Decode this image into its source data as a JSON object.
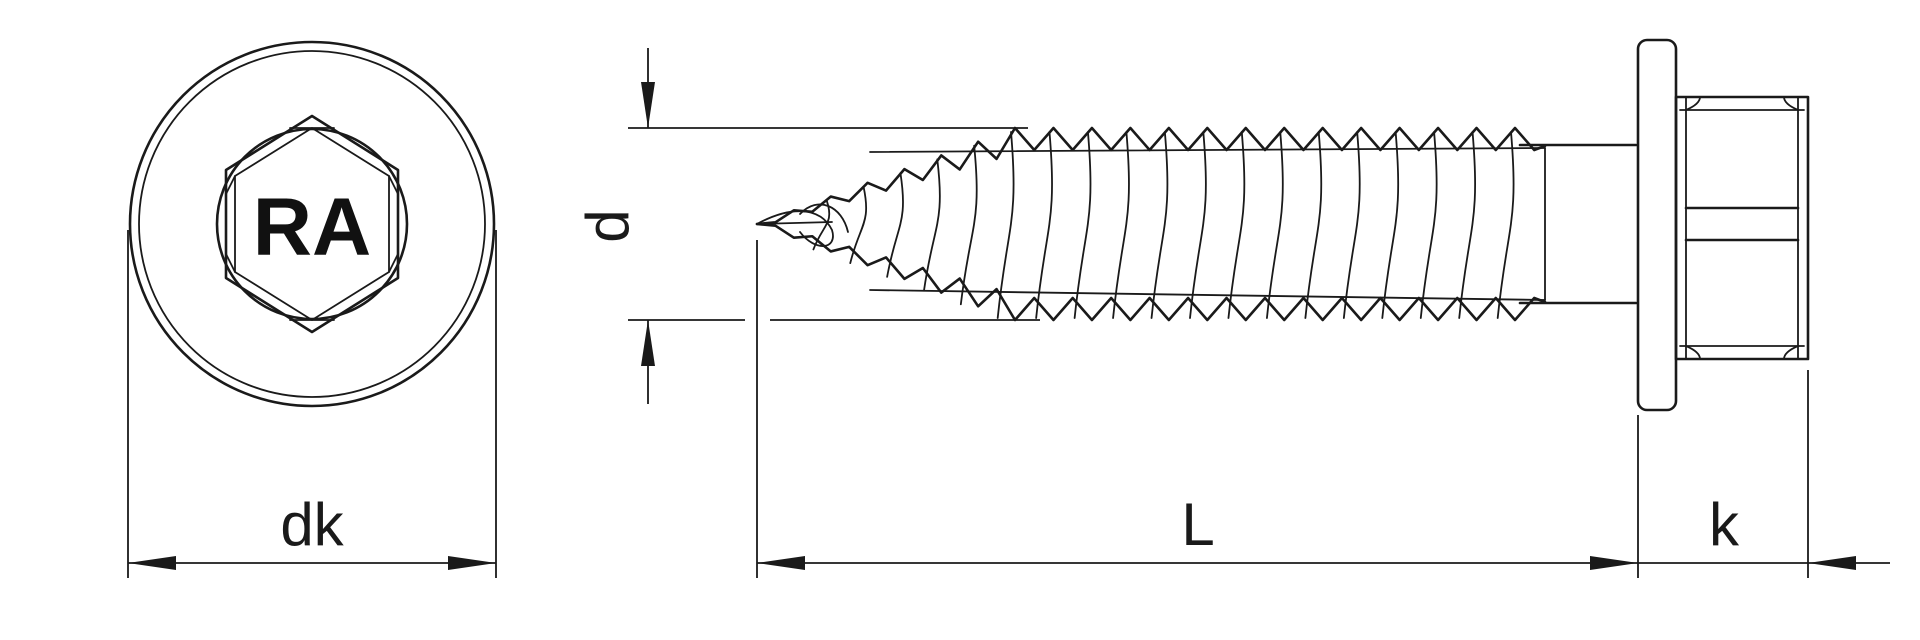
{
  "head_marking": "RA",
  "dimensions": {
    "head_diameter": "dk",
    "thread_diameter": "d",
    "length": "L",
    "head_height": "k"
  },
  "thread_crest_count": 14
}
